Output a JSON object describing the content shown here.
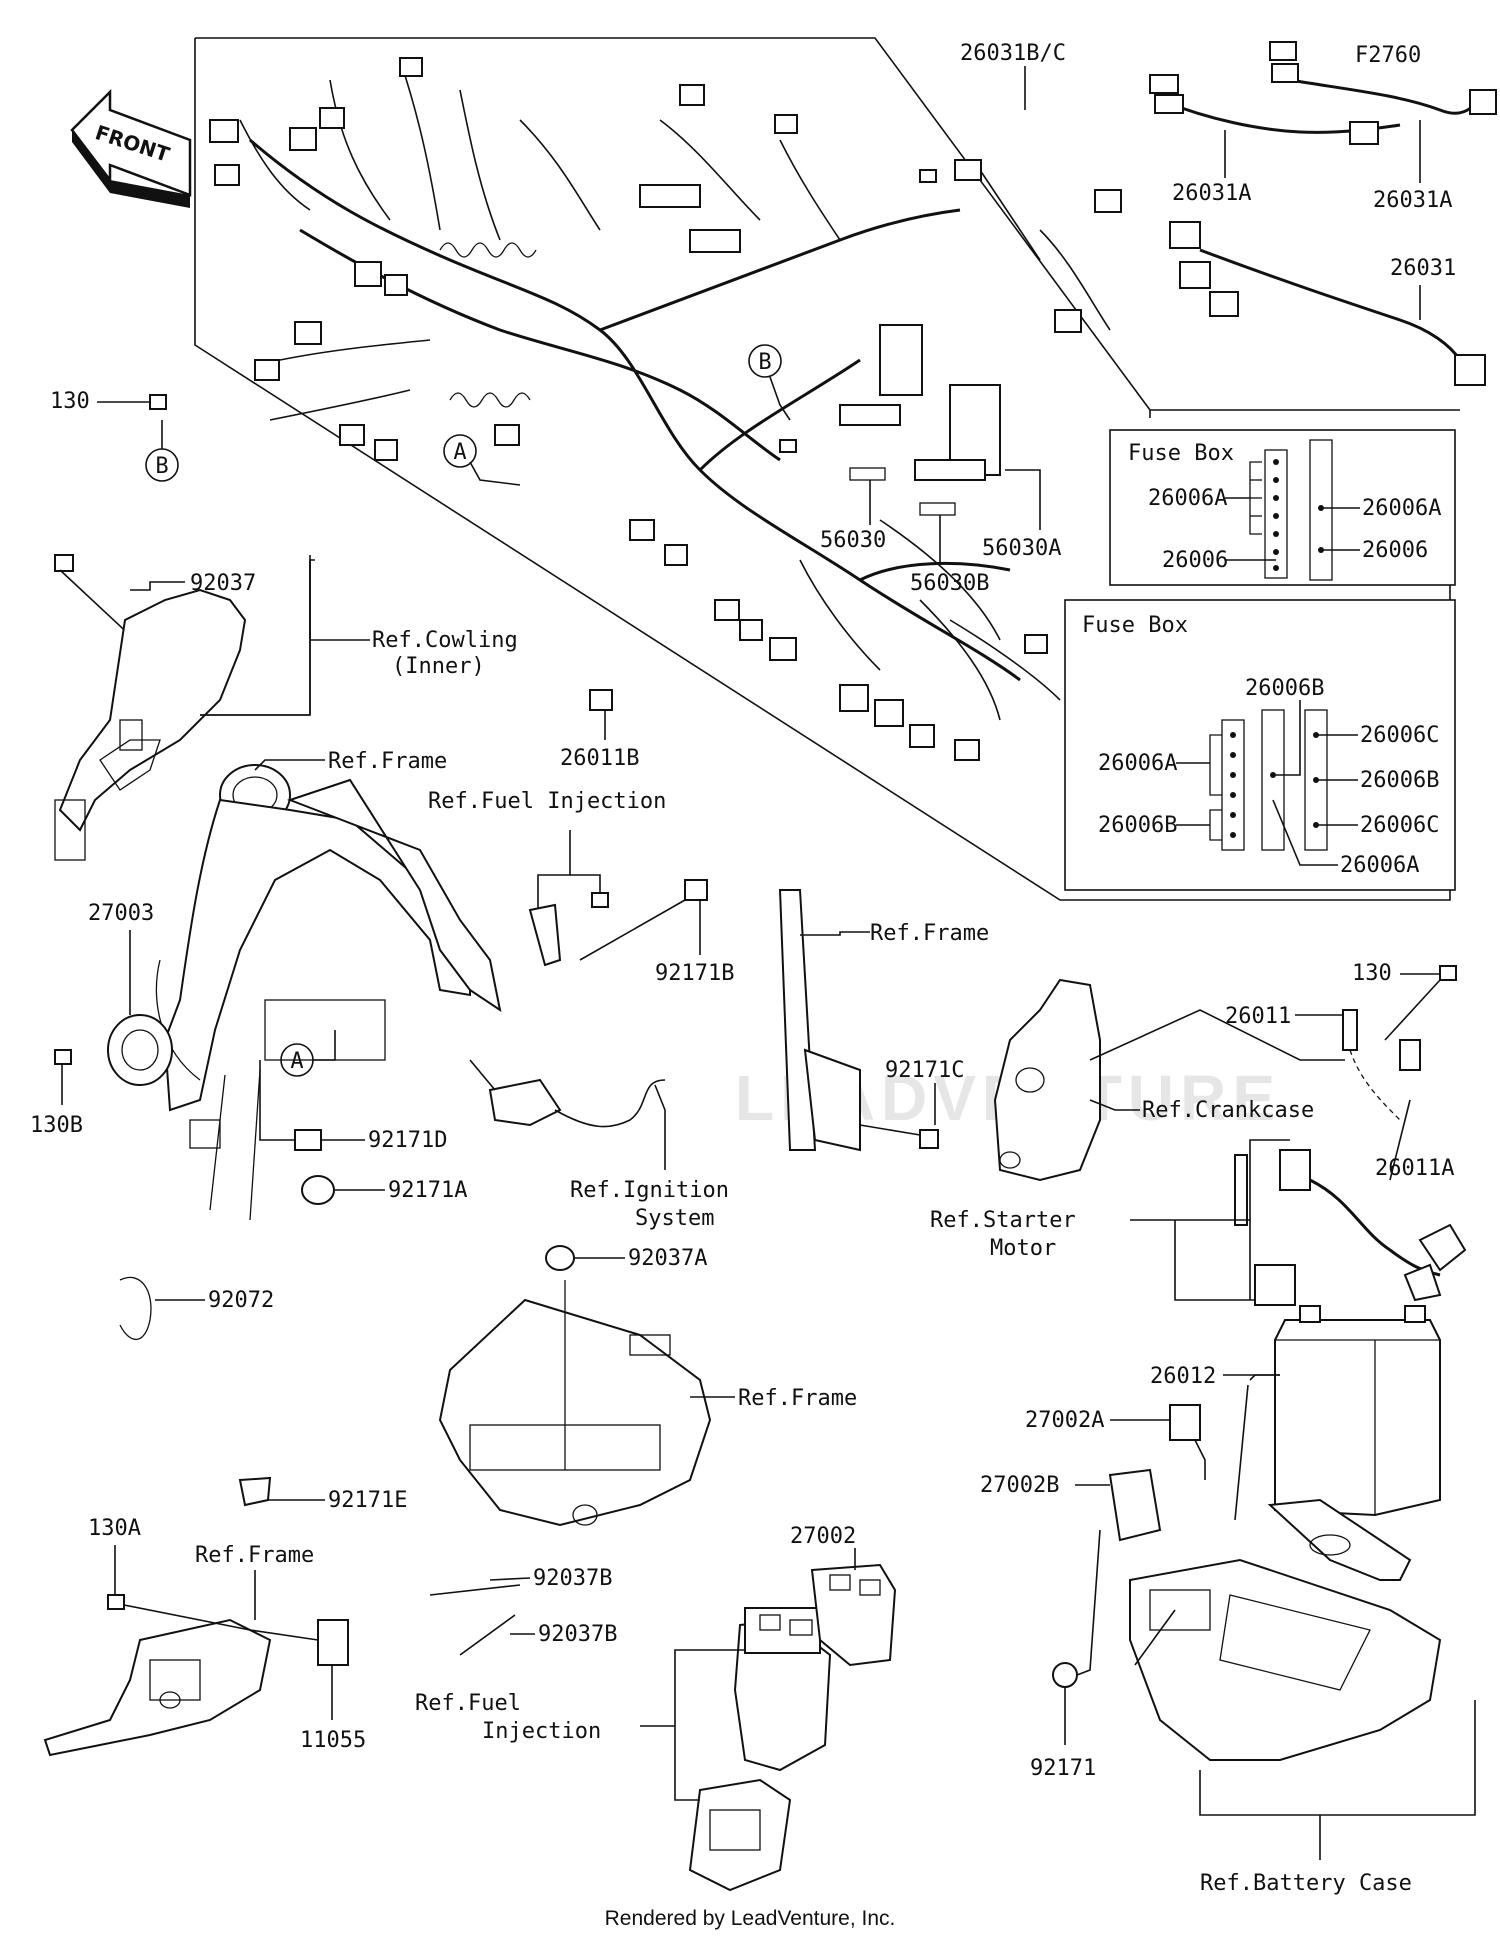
{
  "front_arrow": {
    "label": "FRONT"
  },
  "footer": "Rendered by LeadVenture, Inc.",
  "watermark": "LEADVENTURE",
  "callouts": {
    "A": "A",
    "B": "B"
  },
  "labels": {
    "p26031bc": "26031B/C",
    "f2760": "F2760",
    "p26031a_left": "26031A",
    "p26031a_right": "26031A",
    "p26031": "26031",
    "p130_top": "130",
    "p92037": "92037",
    "ref_cowling_1": "Ref.Cowling",
    "ref_cowling_2": "(Inner)",
    "p26011b": "26011B",
    "p56030": "56030",
    "p56030a": "56030A",
    "p56030b": "56030B",
    "ref_frame_1": "Ref.Frame",
    "ref_fuel_inj_1": "Ref.Fuel Injection",
    "p92171b": "92171B",
    "ref_frame_2": "Ref.Frame",
    "p27003": "27003",
    "p130b": "130B",
    "p92171d": "92171D",
    "p92171a": "92171A",
    "ref_ign_1": "Ref.Ignition",
    "ref_ign_2": "System",
    "p92171c": "92171C",
    "p130_right": "130",
    "p26011": "26011",
    "ref_crankcase": "Ref.Crankcase",
    "p26011a": "26011A",
    "ref_starter_1": "Ref.Starter",
    "ref_starter_2": "Motor",
    "p92072": "92072",
    "p92037a": "92037A",
    "ref_frame_3": "Ref.Frame",
    "p26012": "26012",
    "p27002a": "27002A",
    "p27002b": "27002B",
    "p92171e": "92171E",
    "p130a": "130A",
    "ref_frame_4": "Ref.Frame",
    "p92037b_1": "92037B",
    "p92037b_2": "92037B",
    "p27002": "27002",
    "ref_fuel_inj_2a": "Ref.Fuel",
    "ref_fuel_inj_2b": "Injection",
    "p11055": "11055",
    "p92171": "92171",
    "ref_battery_case": "Ref.Battery Case"
  },
  "fusebox1": {
    "title": "Fuse Box",
    "left_top": "26006A",
    "left_bottom": "26006",
    "right_top": "26006A",
    "right_bottom": "26006"
  },
  "fusebox2": {
    "title": "Fuse Box",
    "top": "26006B",
    "left_top": "26006A",
    "left_bottom": "26006B",
    "right_1": "26006C",
    "right_2": "26006B",
    "right_3": "26006C",
    "bottom": "26006A"
  }
}
